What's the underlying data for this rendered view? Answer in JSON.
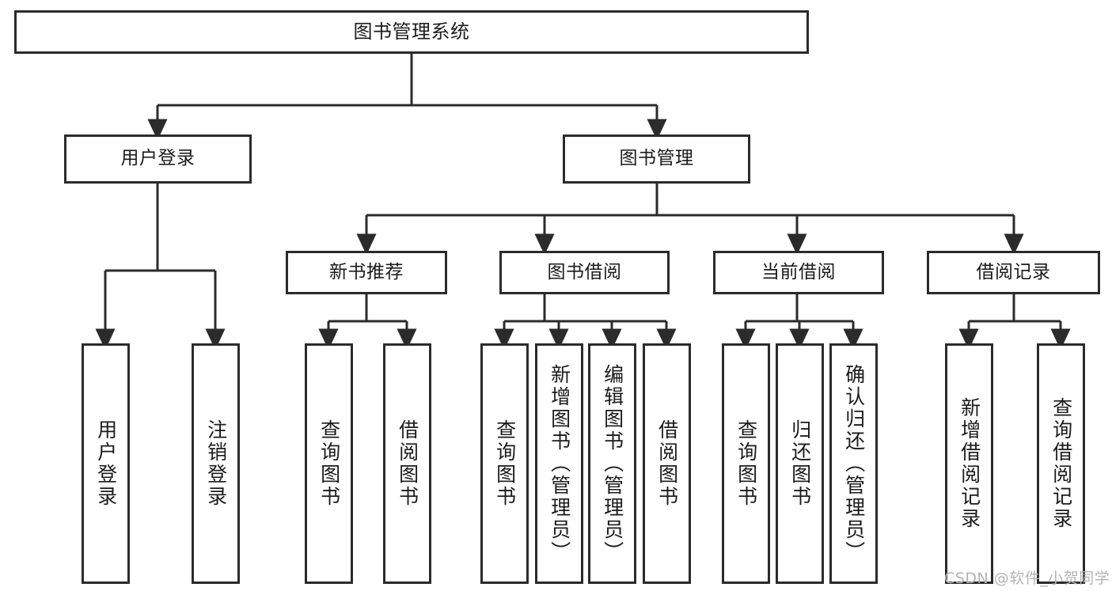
{
  "diagram": {
    "title": "图书管理系统",
    "type": "tree-hierarchy-chart",
    "stroke_color": "#2b2b2b",
    "fill_color": "#ffffff",
    "text_color": "#1b1b1b",
    "root": {
      "label": "图书管理系统"
    },
    "level2": [
      {
        "label": "用户登录"
      },
      {
        "label": "图书管理"
      }
    ],
    "level3": [
      {
        "label": "新书推荐"
      },
      {
        "label": "图书借阅"
      },
      {
        "label": "当前借阅"
      },
      {
        "label": "借阅记录"
      }
    ],
    "leaves": {
      "user_login": [
        {
          "label": "用户登录"
        },
        {
          "label": "注销登录"
        }
      ],
      "new_book_recommend": [
        {
          "label": "查询图书"
        },
        {
          "label": "借阅图书"
        }
      ],
      "book_borrow": [
        {
          "label": "查询图书"
        },
        {
          "label": "新增图书（管理员）"
        },
        {
          "label": "编辑图书（管理员）"
        },
        {
          "label": "借阅图书"
        }
      ],
      "current_borrow": [
        {
          "label": "查询图书"
        },
        {
          "label": "归还图书"
        },
        {
          "label": "确认归还（管理员）"
        }
      ],
      "borrow_record": [
        {
          "label": "新增借阅记录"
        },
        {
          "label": "查询借阅记录"
        }
      ]
    }
  },
  "watermark": {
    "text": "CSDN @软件_小贺同学"
  }
}
